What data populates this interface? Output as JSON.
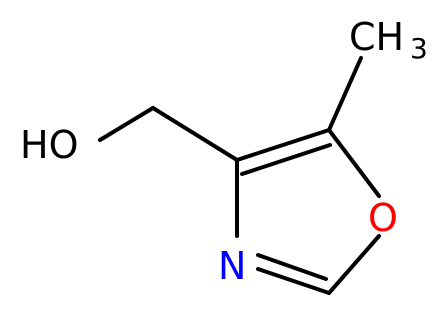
{
  "molecule": {
    "atoms": {
      "hydroxyl": {
        "text": "HO",
        "color": "#000000"
      },
      "nitrogen": {
        "text": "N",
        "color": "#0000ff"
      },
      "oxygen": {
        "text": "O",
        "color": "#ff0000"
      },
      "methyl": {
        "text": "CH",
        "subscript": "3",
        "color": "#000000"
      }
    },
    "bond_color": "#000000"
  }
}
